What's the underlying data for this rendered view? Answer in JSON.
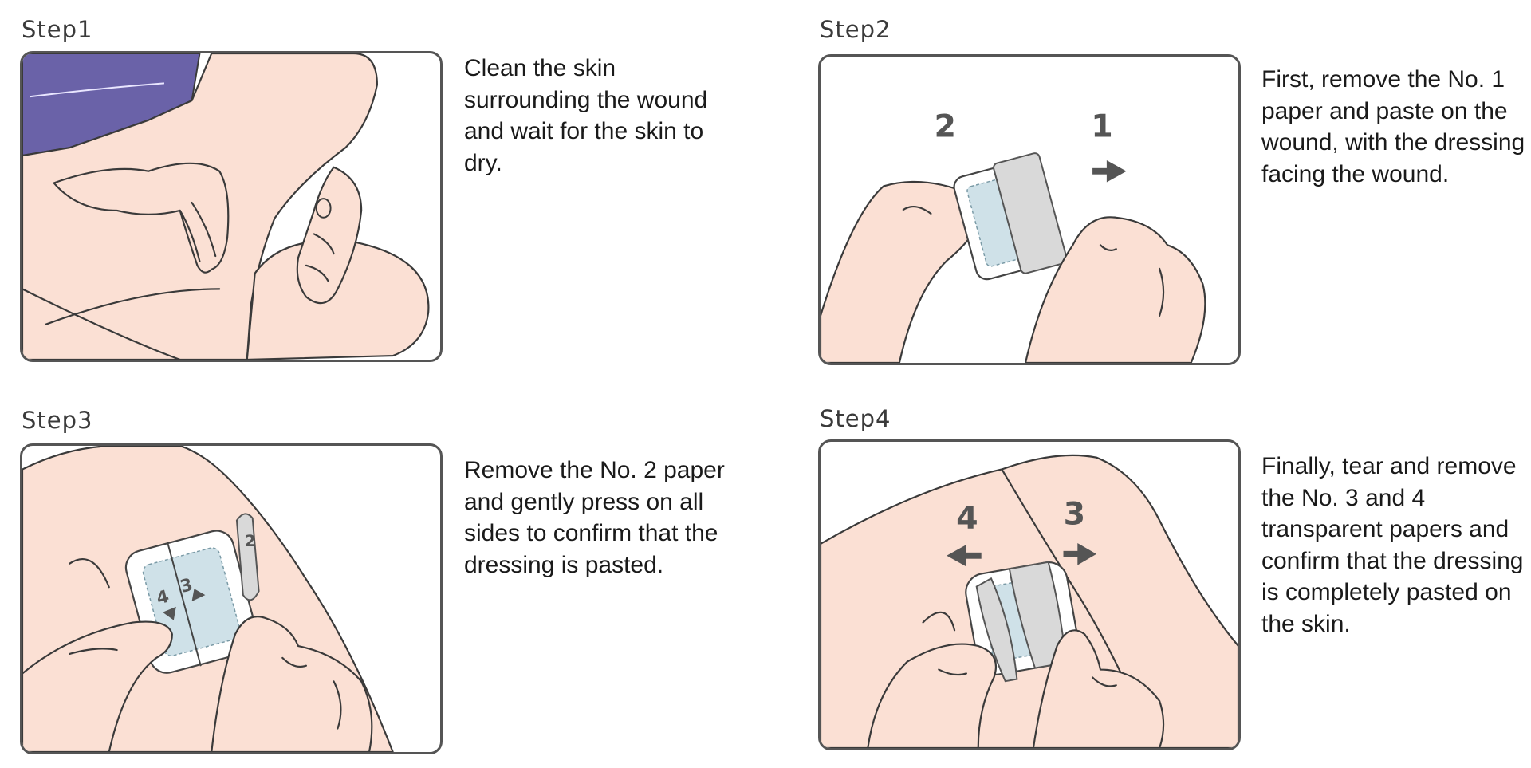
{
  "steps": [
    {
      "heading": "Step1",
      "description": "Clean the skin surrounding the wound and wait for the skin to dry."
    },
    {
      "heading": "Step2",
      "description": "First, remove the No. 1 paper and paste on the wound, with the dressing facing the wound.",
      "labels": [
        "2",
        "1"
      ]
    },
    {
      "heading": "Step3",
      "description": "Remove the No. 2 paper and gently press on all sides to confirm that the dressing is pasted.",
      "labels": [
        "2",
        "4",
        "3"
      ]
    },
    {
      "heading": "Step4",
      "description": "Finally, tear and remove the No. 3 and 4 transparent papers and confirm that the dressing is completely pasted on the skin.",
      "labels": [
        "4",
        "3"
      ]
    }
  ],
  "colors": {
    "skin": "#fbe0d4",
    "clothing": "#6a62a8",
    "dressing": "#cfe1e8",
    "outline": "#3a3a3a",
    "release_paper": "#d9d9d9"
  }
}
